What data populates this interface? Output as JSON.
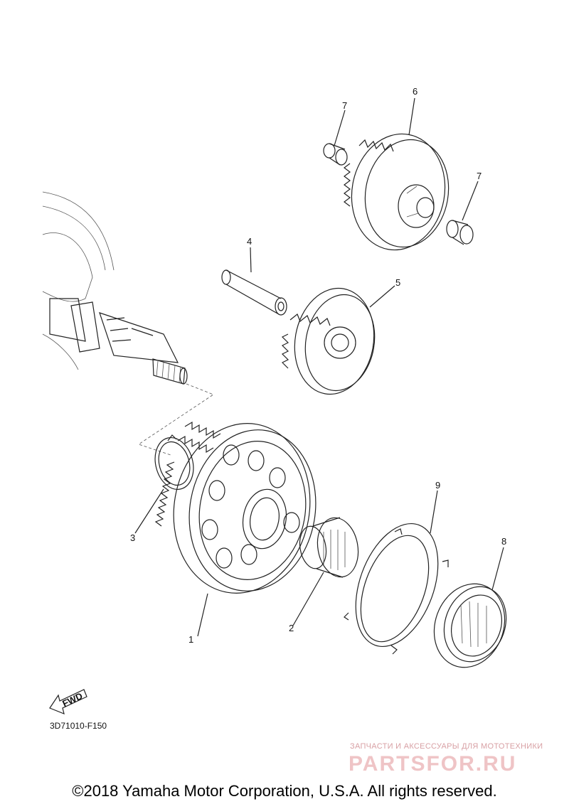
{
  "diagram": {
    "callouts": [
      {
        "id": "callout-1",
        "label": "1"
      },
      {
        "id": "callout-2",
        "label": "2"
      },
      {
        "id": "callout-3",
        "label": "3"
      },
      {
        "id": "callout-4",
        "label": "4"
      },
      {
        "id": "callout-5",
        "label": "5"
      },
      {
        "id": "callout-6",
        "label": "6"
      },
      {
        "id": "callout-7a",
        "label": "7"
      },
      {
        "id": "callout-7b",
        "label": "7"
      },
      {
        "id": "callout-8",
        "label": "8"
      },
      {
        "id": "callout-9",
        "label": "9"
      }
    ],
    "fwd_badge": "FWD",
    "code": "3D71010-F150"
  },
  "watermark": {
    "tagline": "ЗАПЧАСТИ И АКСЕССУАРЫ ДЛЯ МОТОТЕХНИКИ",
    "brand": "PARTSFOR.RU"
  },
  "footer": {
    "copyright": "©2018 Yamaha Motor Corporation, U.S.A. All rights reserved."
  }
}
